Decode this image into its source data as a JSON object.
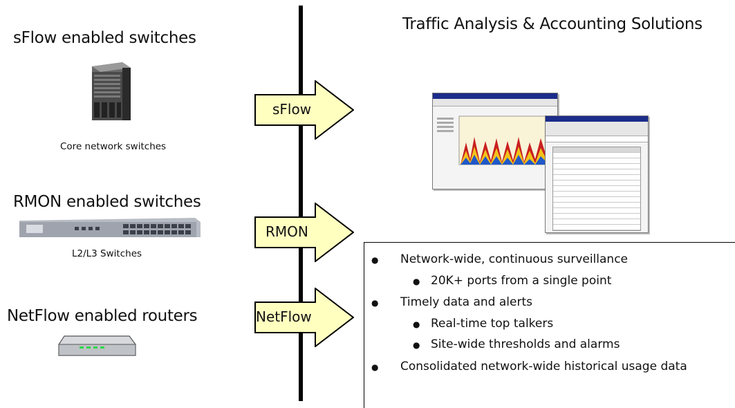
{
  "left": {
    "sflow": {
      "heading": "sFlow enabled switches",
      "caption": "Core network switches",
      "icon": "core-switch-icon"
    },
    "rmon": {
      "heading": "RMON enabled switches",
      "caption": "L2/L3 Switches",
      "icon": "rack-switch-icon"
    },
    "netflow": {
      "heading": "NetFlow enabled routers",
      "icon": "router-icon"
    }
  },
  "arrows": [
    {
      "label": "sFlow"
    },
    {
      "label": "RMON"
    },
    {
      "label": "NetFlow"
    }
  ],
  "right": {
    "heading": "Traffic Analysis & Accounting Solutions",
    "bullets": [
      {
        "text": "Network-wide, continuous surveillance",
        "sub": [
          "20K+ ports from a single point"
        ]
      },
      {
        "text": "Timely data and alerts",
        "sub": [
          "Real-time top talkers",
          "Site-wide thresholds and alarms"
        ]
      },
      {
        "text": "Consolidated network-wide historical usage data",
        "sub": []
      }
    ]
  },
  "colors": {
    "arrow_fill": "#ffffc0",
    "divider": "#000000",
    "window_title": "#1b2c8a"
  }
}
